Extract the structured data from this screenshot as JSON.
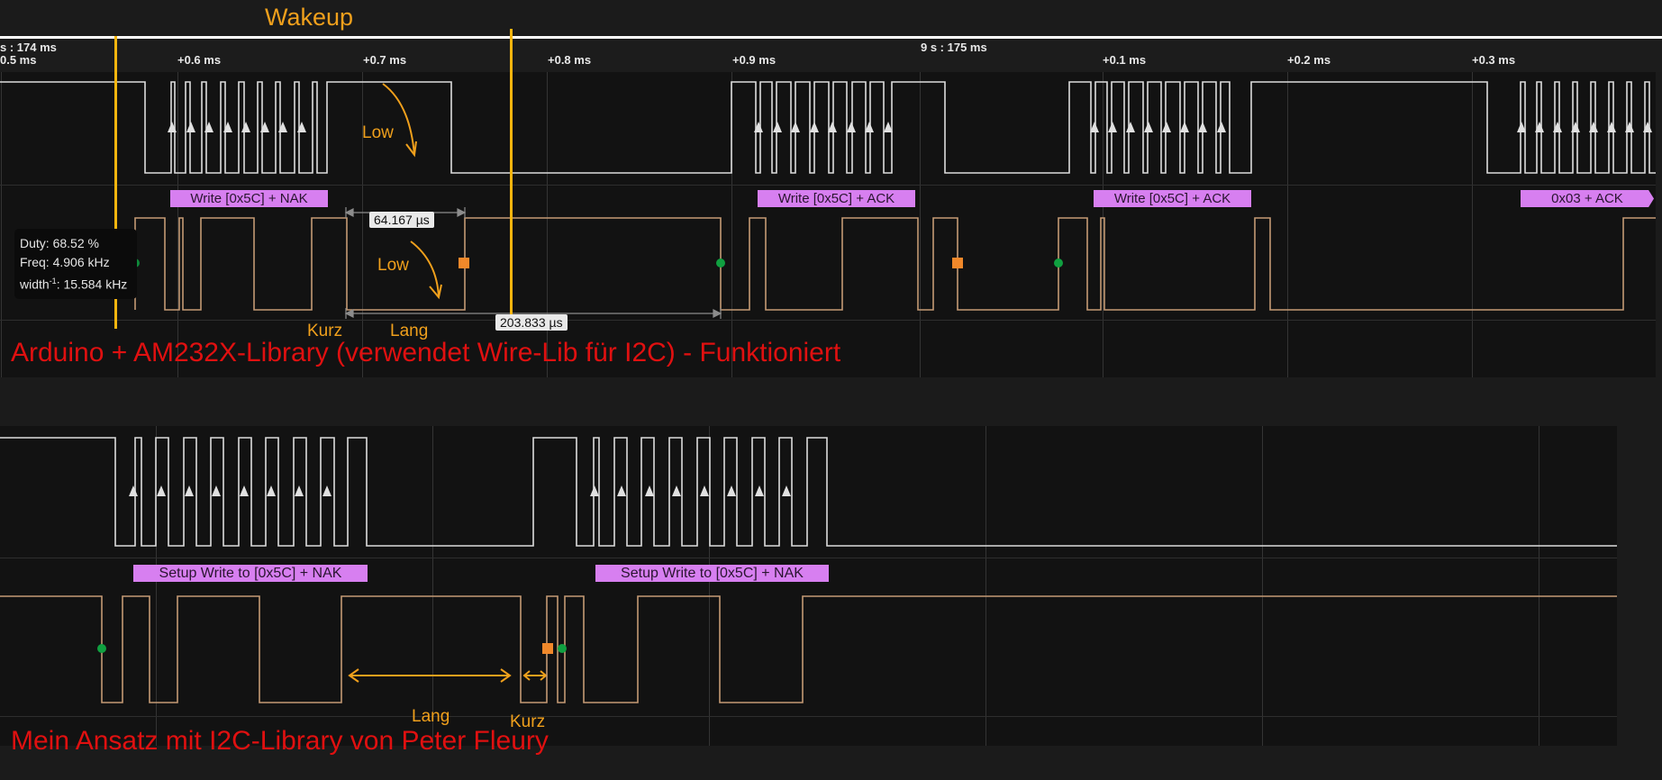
{
  "annotations": {
    "wakeup": "Wakeup",
    "low_top": "Low",
    "low_mid": "Low",
    "kurz_top": "Kurz",
    "lang_top": "Lang",
    "lang_bottom": "Lang",
    "kurz_bottom": "Kurz"
  },
  "captions": {
    "top": "Arduino + AM232X-Library (verwendet Wire-Lib für I2C) - Funktioniert",
    "bottom": "Mein Ansatz mit I2C-Library von Peter Fleury"
  },
  "time_ruler": {
    "labels": [
      "s : 174 ms",
      "0.5 ms",
      "+0.6 ms",
      "+0.7 ms",
      "+0.8 ms",
      "+0.9 ms",
      "9 s : 175 ms",
      "+0.1 ms",
      "+0.2 ms",
      "+0.3 ms"
    ]
  },
  "protocol_top": {
    "frames": [
      "Write [0x5C] + NAK",
      "Write [0x5C] + ACK",
      "Write [0x5C] + ACK",
      "0x03 + ACK"
    ]
  },
  "protocol_bottom": {
    "frames": [
      "Setup Write to [0x5C] + NAK",
      "Setup Write to [0x5C] + NAK"
    ]
  },
  "measurements": {
    "short_width": "64.167 µs",
    "long_width": "203.833 µs"
  },
  "tooltip": {
    "duty": "Duty: 68.52 %",
    "freq": "Freq: 4.906 kHz",
    "width_prefix": "width",
    "width_sup": "-1",
    "width_value": ": 15.584 kHz"
  },
  "colors": {
    "accent_orange": "#f0a01c",
    "caption_red": "#e01010",
    "protocol_frame": "#d77ff0",
    "scl_trace": "#dcdcdc",
    "sda_trace": "#c49a74",
    "start_marker": "#10a040",
    "stop_marker": "#f0882a"
  }
}
